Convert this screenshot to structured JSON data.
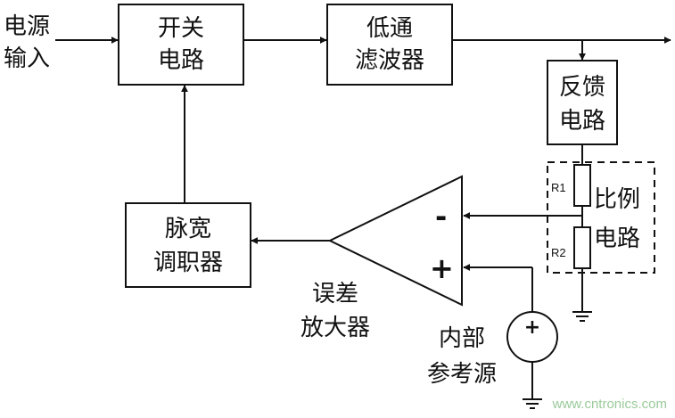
{
  "labels": {
    "input_line1": "电源",
    "input_line2": "输入",
    "switch_line1": "开关",
    "switch_line2": "电路",
    "lpf_line1": "低通",
    "lpf_line2": "滤波器",
    "feedback_line1": "反馈",
    "feedback_line2": "电路",
    "ratio_line1": "比例",
    "ratio_line2": "电路",
    "pwm_line1": "脉宽",
    "pwm_line2": "调职器",
    "amp_line1": "误差",
    "amp_line2": "放大器",
    "ref_line1": "内部",
    "ref_line2": "参考源",
    "r1": "R1",
    "r2": "R2",
    "minus": "-",
    "plus": "+",
    "source_plus": "+"
  },
  "watermark": "www.cntronics.com",
  "colors": {
    "line": "#111111",
    "background": "#ffffff",
    "watermark": "#9acb9a"
  }
}
